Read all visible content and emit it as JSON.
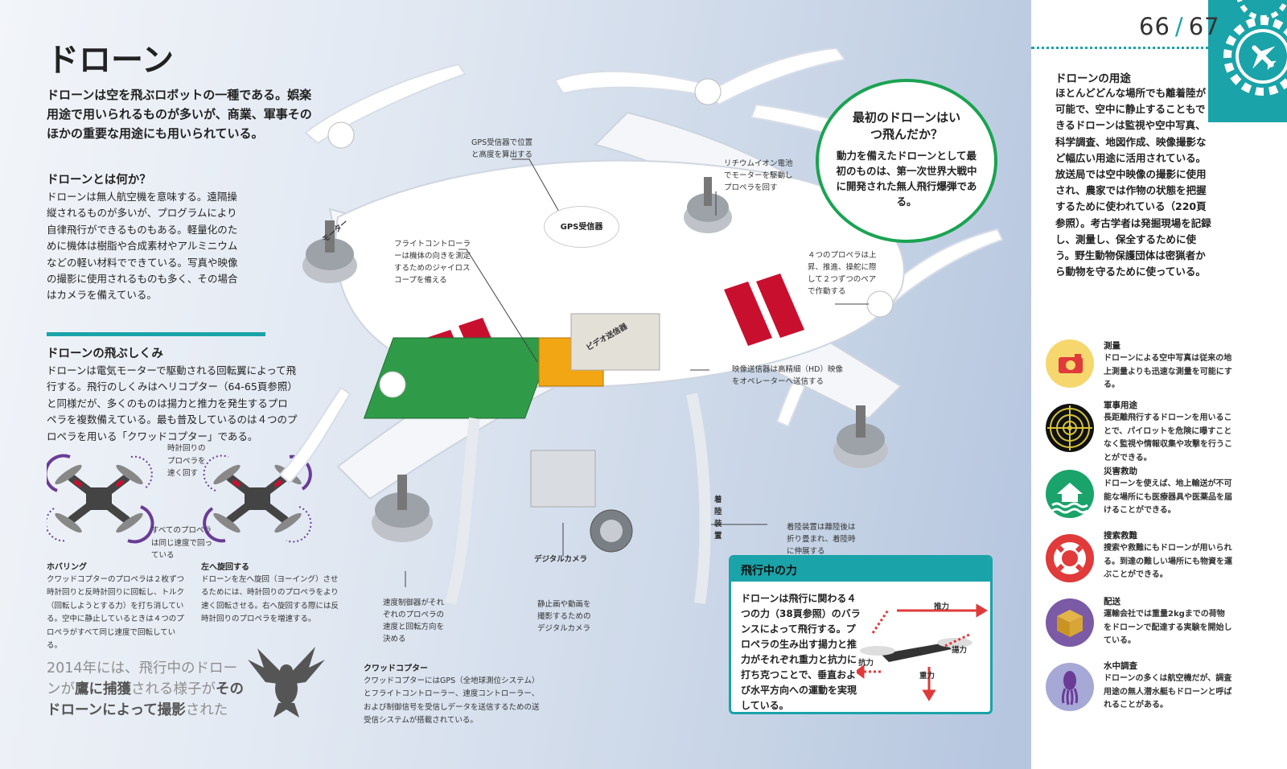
{
  "page_number": {
    "left": "66",
    "sep": "/",
    "right": "67"
  },
  "title": "ドローン",
  "lead": "ドローンは空を飛ぶロボットの一種である。娯楽用途で用いられるものが多いが、商業、軍事そのほかの重要な用途にも用いられている。",
  "what": {
    "heading": "ドローンとは何か？",
    "text": "ドローンは無人航空機を意味する。遠隔操縦されるものが多いが、プログラムにより自律飛行ができるものもある。軽量化のために機体は樹脂や合成素材やアルミニウムなどの軽い材料でできている。写真や映像の撮影に使用されるものも多く、その場合はカメラを備えている。"
  },
  "how": {
    "heading": "ドローンの飛ぶしくみ",
    "text": "ドローンは電気モーターで駆動される回転翼によって飛行する。飛行のしくみはヘリコプター（64-65頁参照）と同様だが、多くのものは揚力と推力を発生するプロペラを複数備えている。最も普及しているのは４つのプロペラを用いる「クワッドコプター」である。"
  },
  "mini_labels": {
    "clockwise": "時計回りのプロペラを速く回す",
    "same_speed": "すべてのプロペラは同じ速度で回っている"
  },
  "hovering": {
    "heading": "ホバリング",
    "text": "クワッドコプターのプロペラは２枚ずつ時計回りと反時計回りに回転し、トルク（回転しようとする力）を打ち消している。空中に静止しているときは４つのプロペラがすべて同じ速度で回転している。"
  },
  "turn_left": {
    "heading": "左へ旋回する",
    "text": "ドローンを左へ旋回（ヨーイング）させるためには、時計回りのプロペラをより速く回転させる。右へ旋回する際には反時計回りのプロペラを増速する。"
  },
  "quote": {
    "pre": "2014年には、飛行中のドローンが",
    "b1": "鷹に捕獲",
    "mid": "される様子が",
    "b2": "そのドローンによって撮影",
    "post": "された"
  },
  "labels": {
    "motor": "モーター",
    "gps_receiver": "GPS受信器で位置と高度を算出する",
    "gps_tag": "GPS受信器",
    "battery": "リチウムイオン電池でモーターを駆動しプロペラを回す",
    "flight_controller": "フライトコントローラーは機体の向きを測定するためのジャイロスコープを備える",
    "video_tx_tag": "ビデオ送信器",
    "propellers": "４つのプロペラは上昇、推進、操舵に際して２つずつのペアで作動する",
    "video_tx": "映像送信器は高精細（HD）映像をオペレーターへ送信する",
    "landing_gear_tag": "着陸装置",
    "landing_gear": "着陸装置は離陸後は折り畳まれ、着陸時に伸展する",
    "camera_tag": "デジタルカメラ",
    "camera": "静止画や動画を撮影するためのデジタルカメラ",
    "speed_ctrl": "速度制御器がそれぞれのプロペラの速度と回転方向を決める"
  },
  "quadcopter": {
    "heading": "クワッドコプター",
    "text": "クワッドコプターにはGPS（全地球測位システム）とフライトコントローラー、速度コントローラー、および制御信号を受信しデータを送信するための送受信システムが搭載されている。"
  },
  "first_drone": {
    "title": "最初のドローンはいつ飛んだか？",
    "text": "動力を備えたドローンとして最初のものは、第一次世界大戦中に開発された無人飛行爆弾である。"
  },
  "forces": {
    "heading": "飛行中の力",
    "text": "ドローンは飛行に関わる４つの力（38頁参照）のバランスによって飛行する。プロペラの生み出す揚力と推力がそれぞれ重力と抗力に打ち克つことで、垂直および水平方向への運動を実現している。",
    "thrust": "推力",
    "lift": "揚力",
    "drag": "抗力",
    "gravity": "重力"
  },
  "uses": {
    "heading": "ドローンの用途",
    "text": "ほとんどどんな場所でも離着陸が可能で、空中に静止することもできるドローンは監視や空中写真、科学調査、地図作成、映像撮影など幅広い用途に活用されている。放送局では空中映像の撮影に使用され、農家では作物の状態を把握するために使われている（220頁参照）。考古学者は発掘現場を記録し、測量し、保全するために使う。野生動物保護団体は密猟者から動物を守るために使っている。"
  },
  "apps": [
    {
      "title": "測量",
      "text": "ドローンによる空中写真は従来の地上測量よりも迅速な測量を可能にする。",
      "icon": "camera-icon",
      "color": "#f5d76e"
    },
    {
      "title": "軍事用途",
      "text": "長距離飛行するドローンを用いることで、パイロットを危険に曝すことなく監視や情報収集や攻撃を行うことができる。",
      "icon": "target-icon",
      "color": "#d6c43a"
    },
    {
      "title": "災害救助",
      "text": "ドローンを使えば、地上輸送が不可能な場所にも医療器具や医薬品を届けることができる。",
      "icon": "flood-house-icon",
      "color": "#1aa36a"
    },
    {
      "title": "搜索救難",
      "text": "捜索や救難にもドローンが用いられる。到達の難しい場所にも物資を運ぶことができる。",
      "icon": "lifebuoy-icon",
      "color": "#e03a3a"
    },
    {
      "title": "配送",
      "text": "運輸会社では重量2kgまでの荷物をドローンで配達する実験を開始している。",
      "icon": "parcel-icon",
      "color": "#7b5aa6"
    },
    {
      "title": "水中調査",
      "text": "ドローンの多くは航空機だが、調査用途の無人潜水艇もドローンと呼ばれることがある。",
      "icon": "squid-icon",
      "color": "#a6a8d6"
    }
  ]
}
